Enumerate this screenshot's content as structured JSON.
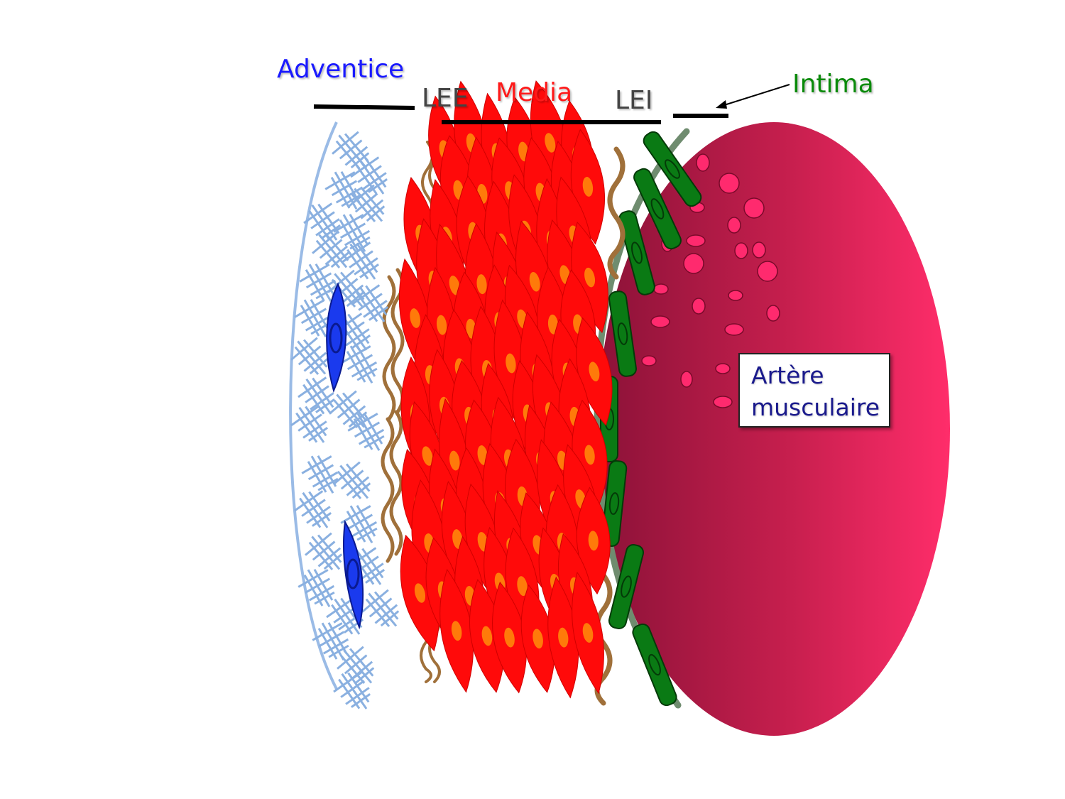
{
  "labels": {
    "adventice": "Adventice",
    "lee": "LEE",
    "media": "Media",
    "lei": "LEI",
    "intima": "Intima"
  },
  "box": {
    "line1": "Artère",
    "line2": "musculaire"
  },
  "colors": {
    "adventice_text": "#1a1aff",
    "lee_lei_text": "#444444",
    "media_text": "#ff1a1a",
    "intima_text": "#0a8a0a",
    "box_text": "#1a1a8c",
    "lumen_dark": "#8c1238",
    "lumen_light": "#ff2d6a",
    "blood_cell": "#ff2a6e",
    "endothelium": "#0a7a14",
    "internal_membrane": "#6f8c6f",
    "smooth_muscle": "#ff0a0a",
    "muscle_nucleus": "#ff7a0a",
    "elastic_fiber": "#a0703a",
    "collagen": "#8ab0e0",
    "fibroblast": "#1a3aee",
    "adventice_border": "#9abbe6"
  }
}
